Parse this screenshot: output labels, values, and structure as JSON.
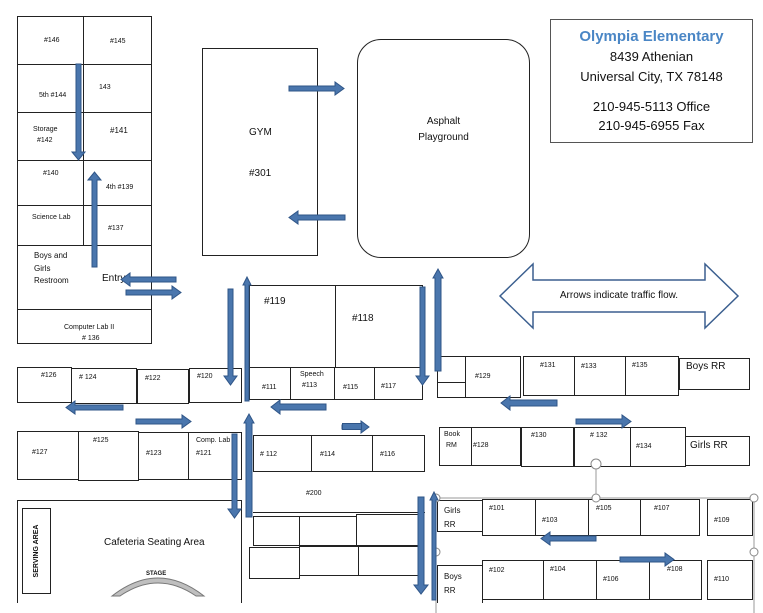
{
  "info": {
    "school_name": "Olympia Elementary",
    "address_line1": "8439 Athenian",
    "address_line2": "Universal City, TX 78148",
    "phone_office": "210-945-5113 Office",
    "phone_fax": "210-945-6955  Fax"
  },
  "legend": {
    "text": "Arrows indicate traffic flow."
  },
  "areas": {
    "gym_name": "GYM",
    "gym_room": "#301",
    "playground_line1": "Asphalt",
    "playground_line2": "Playground",
    "cafeteria": "Cafeteria Seating Area",
    "serving_area": "SERVING AREA",
    "stage": "STAGE",
    "entry": "Entry"
  },
  "rooms": {
    "r146": "#146",
    "r145": "#145",
    "r143": "143",
    "r144": "5th #144",
    "r142a": "Storage",
    "r142b": "#142",
    "r141": "#141",
    "r140": "#140",
    "r139": "4th #139",
    "science": "Science Lab",
    "r137": "#137",
    "restroom1": "Boys and",
    "restroom2": "Girls",
    "restroom3": "Restroom",
    "complab1": "Computer Lab II",
    "complab2": "# 136",
    "r126": "#126",
    "r124": "# 124",
    "r122": "#122",
    "r120": "#120",
    "r127": "#127",
    "r125": "#125",
    "r123": "#123",
    "complab_a": "Comp. Lab",
    "complab_b": "#121",
    "r119": "#119",
    "r118": "#118",
    "r111": "#111",
    "speech1": "Speech",
    "speech2": "#113",
    "r115": "#115",
    "r117": "#117",
    "r112": "# 112",
    "r114": "#114",
    "r116": "#116",
    "r200": "#200",
    "r129": "#129",
    "r131": "#131",
    "r133": "#133",
    "r135": "#135",
    "boys_rr_top": "Boys RR",
    "book1": "Book",
    "book2": "RM",
    "r128": "#128",
    "r130": "#130",
    "r132": "# 132",
    "r134": "#134",
    "girls_rr_mid": "Girls RR",
    "girls1": "Girls",
    "girls2": "RR",
    "r101": "#101",
    "r103": "#103",
    "r105": "#105",
    "r107": "#107",
    "r109": "#109",
    "boys1": "Boys",
    "boys2": "RR",
    "r102": "#102",
    "r104": "#104",
    "r106": "#106",
    "r108": "#108",
    "r110": "#110"
  },
  "colors": {
    "title": "#4a86c5",
    "arrow_fill": "#4a76ad",
    "arrow_stroke": "#2f5587",
    "legend_stroke": "#3b5f8f"
  }
}
